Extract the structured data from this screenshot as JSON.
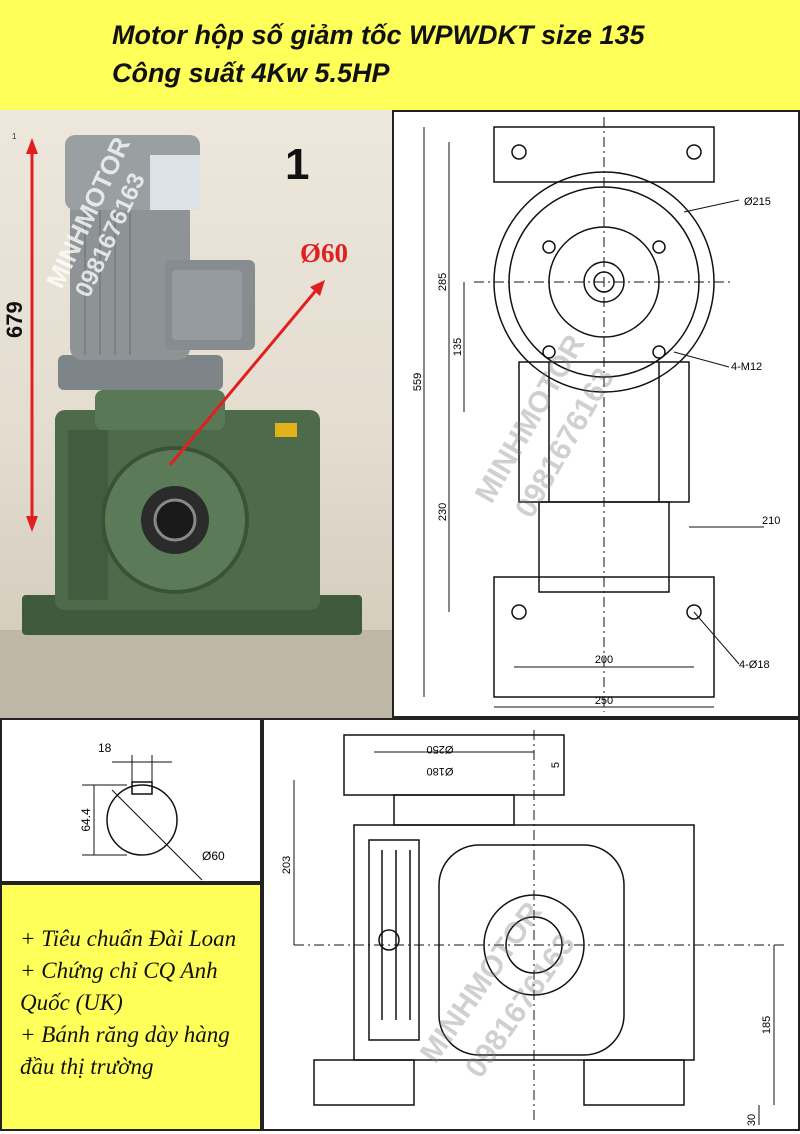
{
  "header": {
    "title_line1": "Motor hộp số giảm tốc WPWDKT size 135",
    "title_line2": "Công suất 4Kw 5.5HP"
  },
  "photo": {
    "image_number": "1",
    "height_label": "679",
    "shaft_label": "Ø60",
    "small_mark": "1",
    "watermark_brand": "MINHMOTOR",
    "watermark_phone": "0981676163"
  },
  "top_drawing": {
    "dim_phi215": "Ø215",
    "dim_4m12": "4-M12",
    "dim_285": "285",
    "dim_135": "135",
    "dim_559": "559",
    "dim_230": "230",
    "dim_210": "210",
    "dim_200": "200",
    "dim_250": "250",
    "dim_4phi18": "4-Ø18"
  },
  "keyway_drawing": {
    "dim_18": "18",
    "dim_644": "64.4",
    "dim_phi60": "Ø60"
  },
  "front_drawing": {
    "dim_phi250": "Ø250",
    "dim_phi180": "Ø180",
    "dim_5": "5",
    "dim_203": "203",
    "dim_185": "185",
    "dim_30": "30"
  },
  "notes": [
    "+ Tiêu chuẩn Đài Loan",
    "+ Chứng chỉ CQ Anh Quốc (UK)",
    "+ Bánh răng dày hàng đầu thị trường"
  ],
  "colors": {
    "header_bg": "#ffff5a",
    "motor_grey": "#8e9496",
    "gearbox_green": "#4d6b4a",
    "dimension_red": "#e02020"
  }
}
